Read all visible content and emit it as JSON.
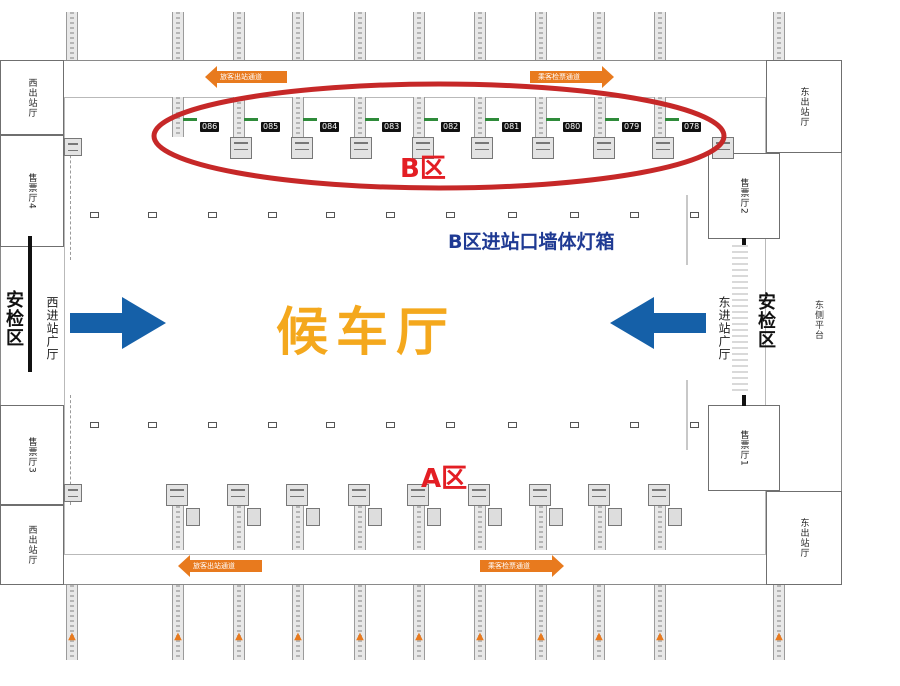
{
  "hall": {
    "title": "候车厅",
    "lightbox_label": "B区进站口墙体灯箱"
  },
  "zones": {
    "b_label": "B区",
    "a_label": "A区"
  },
  "rooms": {
    "west_exit_top": "西出站厅",
    "west_exit_bottom": "西出站厅",
    "east_exit_top": "东出站厅",
    "east_exit_bottom": "东出站厅",
    "ticket_hall_4": "售票厅4",
    "ticket_hall_3": "售票厅3",
    "ticket_hall_2": "售票厅2",
    "ticket_hall_1": "售票厅1",
    "west_entry_plaza": "西进站广厅",
    "east_entry_plaza": "东进站广厅",
    "east_platform": "东侧平台",
    "west_security": "安检区",
    "east_security": "安检区"
  },
  "gates_b": [
    "086",
    "085",
    "084",
    "083",
    "082",
    "081",
    "080",
    "079",
    "078"
  ],
  "signs": {
    "top_left": "旅客出站通道",
    "top_right": "乘客检票通道",
    "bottom_left": "旅客出站通道",
    "bottom_right": "乘客检票通道"
  },
  "colors": {
    "zone_red": "#e31e24",
    "hall_orange": "#f4a81d",
    "arrow_blue": "#1560a8",
    "lightbox_blue": "#1f3a93",
    "sign_orange": "#e87a1e"
  },
  "icons": {
    "west_arrow": "right-arrow-icon",
    "east_arrow": "left-arrow-icon"
  }
}
